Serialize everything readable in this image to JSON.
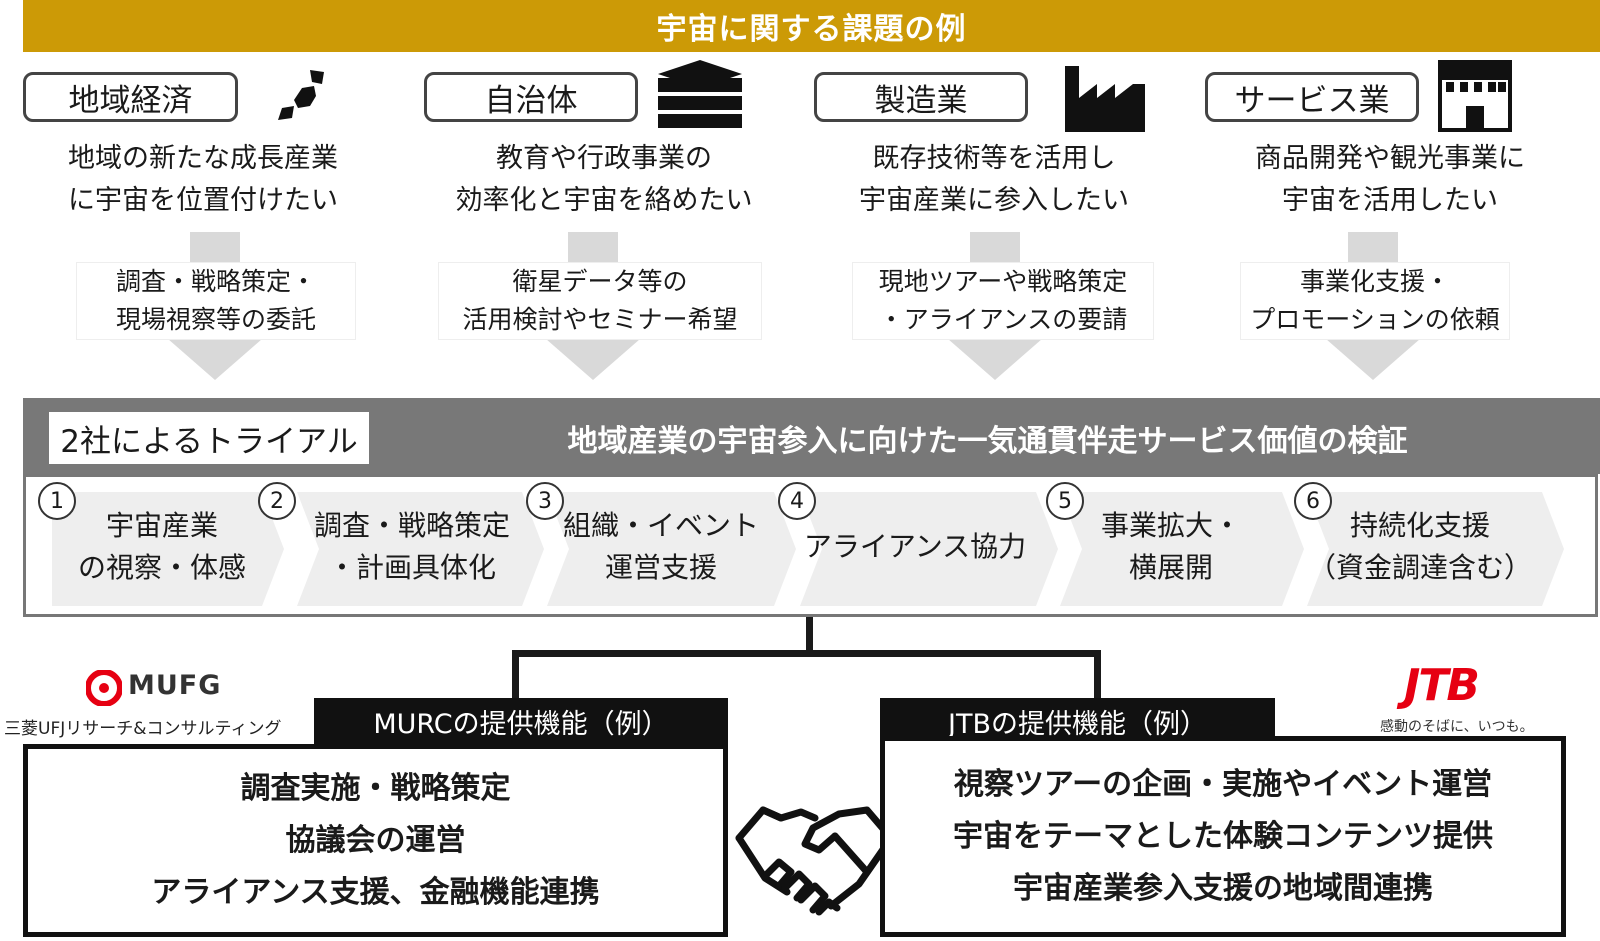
{
  "header": {
    "title": "宇宙に関する課題の例"
  },
  "sectors": [
    {
      "name": "地域経済",
      "icon": "japan-map-icon",
      "desc": [
        "地域の新たな成長産業",
        "に宇宙を位置付けたい"
      ],
      "request": [
        "調査・戦略策定・",
        "現場視察等の委託"
      ]
    },
    {
      "name": "自治体",
      "icon": "stacked-layers-icon",
      "desc": [
        "教育や行政事業の",
        "効率化と宇宙を絡めたい"
      ],
      "request": [
        "衛星データ等の",
        "活用検討やセミナー希望"
      ]
    },
    {
      "name": "製造業",
      "icon": "factory-icon",
      "desc": [
        "既存技術等を活用し",
        "宇宙産業に参入したい"
      ],
      "request": [
        "現地ツアーや戦略策定",
        "・アライアンスの要請"
      ]
    },
    {
      "name": "サービス業",
      "icon": "storefront-icon",
      "desc": [
        "商品開発や観光事業に",
        "宇宙を活用したい"
      ],
      "request": [
        "事業化支援・",
        "プロモーションの依頼"
      ]
    }
  ],
  "trial": {
    "label": "2社によるトライアル",
    "title": "地域産業の宇宙参入に向けた一気通貫伴走サービス価値の検証",
    "steps": [
      {
        "num": "1",
        "lines": [
          "宇宙産業",
          "の視察・体感"
        ]
      },
      {
        "num": "2",
        "lines": [
          "調査・戦略策定",
          "・計画具体化"
        ]
      },
      {
        "num": "3",
        "lines": [
          "組織・イベント",
          "運営支援"
        ]
      },
      {
        "num": "4",
        "lines": [
          "アライアンス協力"
        ]
      },
      {
        "num": "5",
        "lines": [
          "事業拡大・",
          "横展開"
        ]
      },
      {
        "num": "6",
        "lines": [
          "持続化支援",
          "（資金調達含む）"
        ]
      }
    ]
  },
  "murc": {
    "logo_text": "MUFG",
    "logo_sub": "三菱UFJリサーチ&コンサルティング",
    "label": "MURCの提供機能（例）",
    "lines": [
      "調査実施・戦略策定",
      "協議会の運営",
      "アライアンス支援、金融機能連携"
    ]
  },
  "jtb": {
    "logo_text": "JTB",
    "logo_sub": "感動のそばに、いつも。",
    "label": "JTBの提供機能（例）",
    "lines": [
      "視察ツアーの企画・実施やイベント運営",
      "宇宙をテーマとした体験コンテンツ提供",
      "宇宙産業参入支援の地域間連携"
    ]
  },
  "center_icon": "handshake-icon",
  "colors": {
    "title_bar": "#cc9a06",
    "trial_bar": "#787878",
    "arrow": "#d9d9d9",
    "mufg_red": "#e60012",
    "jtb_red": "#e60012"
  }
}
